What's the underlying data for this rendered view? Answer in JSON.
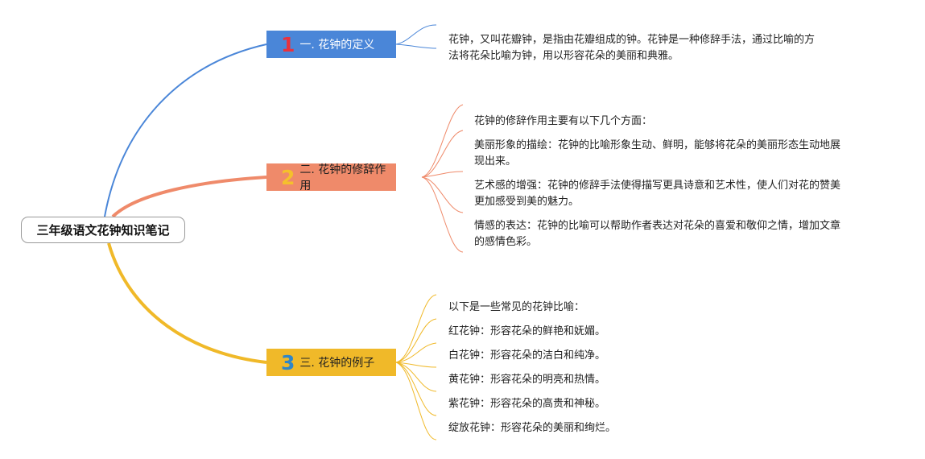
{
  "root": {
    "label": "三年级语文花钟知识笔记"
  },
  "branches": [
    {
      "num": "1",
      "label": "一. 花钟的定义",
      "color": "#4a86d8",
      "leaves": [
        "花钟，又叫花瓣钟，是指由花瓣组成的钟。花钟是一种修辞手法，通过比喻的方",
        "法将花朵比喻为钟，用以形容花朵的美丽和典雅。"
      ]
    },
    {
      "num": "2",
      "label": "二. 花钟的修辞作用",
      "color": "#ef8a6a",
      "leaves": [
        [
          "花钟的修辞作用主要有以下几个方面："
        ],
        [
          "美丽形象的描绘：花钟的比喻形象生动、鲜明，能够将花朵的美丽形态生动地展",
          "现出来。"
        ],
        [
          "艺术感的增强：花钟的修辞手法使得描写更具诗意和艺术性，使人们对花的赞美",
          "更加感受到美的魅力。"
        ],
        [
          "情感的表达：花钟的比喻可以帮助作者表达对花朵的喜爱和敬仰之情，增加文章",
          "的感情色彩。"
        ]
      ]
    },
    {
      "num": "3",
      "label": "三. 花钟的例子",
      "color": "#f0b929",
      "leaves": [
        "以下是一些常见的花钟比喻：",
        "红花钟：形容花朵的鲜艳和妩媚。",
        "白花钟：形容花朵的洁白和纯净。",
        "黄花钟：形容花朵的明亮和热情。",
        "紫花钟：形容花朵的高贵和神秘。",
        "绽放花钟：形容花朵的美丽和绚烂。"
      ]
    }
  ]
}
